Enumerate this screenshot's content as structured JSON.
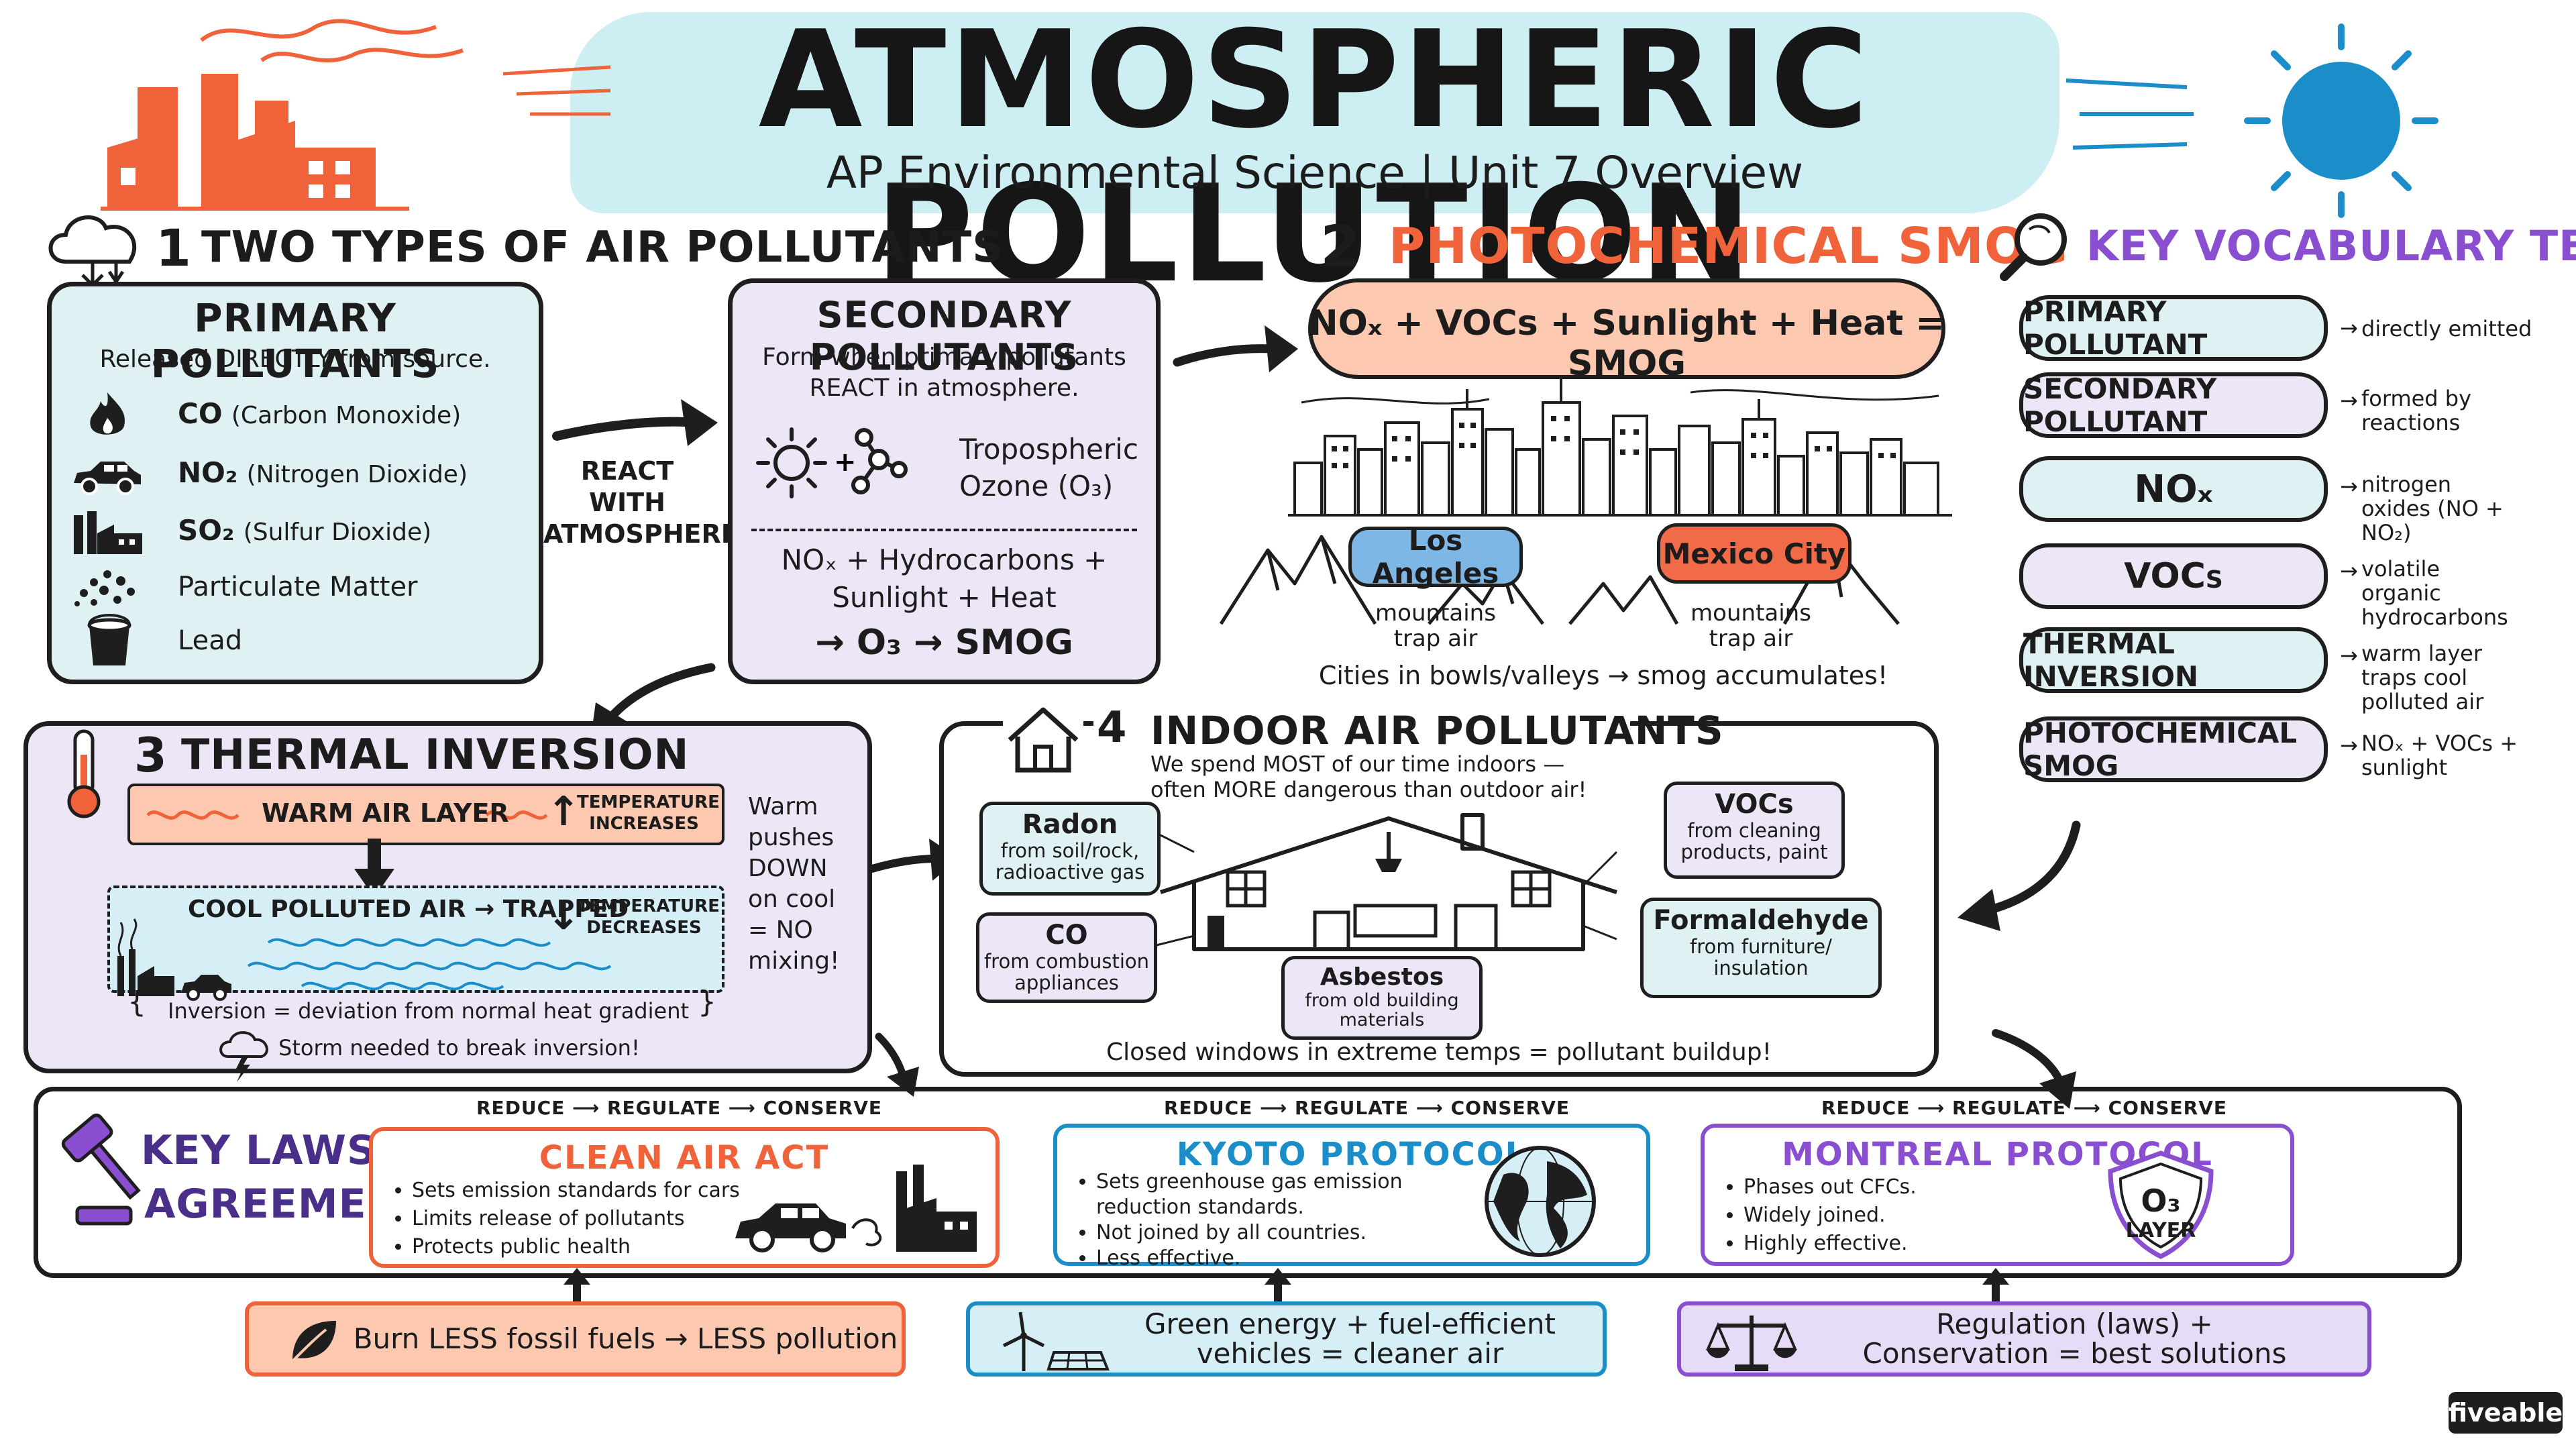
{
  "title": "ATMOSPHERIC POLLUTION",
  "subtitle": "AP Environmental Science | Unit 7 Overview",
  "section1": {
    "number": "1",
    "heading": "TWO TYPES OF AIR POLLUTANTS",
    "primary": {
      "title": "PRIMARY POLLUTANTS",
      "desc": "Released DIRECTLY from source.",
      "items": [
        {
          "icon": "fire-icon",
          "formula": "CO",
          "name": "(Carbon Monoxide)"
        },
        {
          "icon": "car-icon",
          "formula": "NO₂",
          "name": "(Nitrogen Dioxide)"
        },
        {
          "icon": "factory-icon",
          "formula": "SO₂",
          "name": "(Sulfur Dioxide)"
        },
        {
          "icon": "particles-icon",
          "formula": "Particulate Matter",
          "name": ""
        },
        {
          "icon": "paint-bucket-icon",
          "formula": "Lead",
          "name": ""
        }
      ]
    },
    "arrow_label": [
      "REACT",
      "WITH",
      "ATMOSPHERE"
    ],
    "secondary": {
      "title": "SECONDARY POLLUTANTS",
      "desc1": "Form when primary pollutants",
      "desc2": "REACT in atmosphere.",
      "ozone_line1": "Tropospheric",
      "ozone_line2": "Ozone (O₃)",
      "eq_line1": "NOₓ  +  Hydrocarbons  +",
      "eq_line2": "Sunlight  +  Heat",
      "eq_line3": "→ O₃ → SMOG"
    }
  },
  "section2": {
    "number": "2",
    "heading": "PHOTOCHEMICAL SMOG",
    "equation": "NOₓ + VOCs + Sunlight + Heat = SMOG",
    "city1": "Los Angeles",
    "city2": "Mexico City",
    "trap1": "mountains trap air",
    "trap2": "mountains trap air",
    "caption": "Cities in bowls/valleys → smog accumulates!"
  },
  "vocab": {
    "heading": "KEY VOCABULARY TERMS",
    "terms": [
      {
        "term": "PRIMARY POLLUTANT",
        "def": "directly emitted"
      },
      {
        "term": "SECONDARY POLLUTANT",
        "def": "formed by reactions"
      },
      {
        "term": "NOₓ",
        "def": "nitrogen oxides (NO + NO₂)"
      },
      {
        "term": "VOCs",
        "def": "volatile organic hydrocarbons"
      },
      {
        "term": "THERMAL INVERSION",
        "def": "warm layer traps cool polluted air"
      },
      {
        "term": "PHOTOCHEMICAL SMOG",
        "def": "NOₓ + VOCs + sunlight"
      }
    ]
  },
  "section3": {
    "number": "3",
    "heading": "THERMAL INVERSION",
    "warm_label": "WARM AIR LAYER",
    "temp_up": "TEMPERATURE INCREASES",
    "cool_label": "COOL POLLUTED AIR → TRAPPED",
    "temp_down": "TEMPERATURE DECREASES",
    "side_note": "Warm pushes DOWN on cool = NO mixing!",
    "inversion_note": "Inversion = deviation from normal heat gradient",
    "storm_note": "Storm needed to break inversion!"
  },
  "section4": {
    "number": "4",
    "heading": "INDOOR AIR POLLUTANTS",
    "desc1": "We spend MOST of our time indoors —",
    "desc2": "often MORE dangerous than outdoor air!",
    "radon": {
      "title": "Radon",
      "desc": "from soil/rock, radioactive gas"
    },
    "co": {
      "title": "CO",
      "desc": "from combustion appliances"
    },
    "asbestos": {
      "title": "Asbestos",
      "desc": "from old building materials"
    },
    "vocs": {
      "title": "VOCs",
      "desc": "from cleaning products, paint"
    },
    "formaldehyde": {
      "title": "Formaldehyde",
      "desc": "from furniture/ insulation"
    },
    "caption": "Closed windows in extreme temps = pollutant buildup!"
  },
  "laws": {
    "heading1": "KEY LAWS &",
    "heading2": "AGREEMENTS",
    "rrc": "REDUCE ⟶ REGULATE ⟶ CONSERVE",
    "clean_air": {
      "title": "CLEAN AIR ACT",
      "items": [
        "Sets emission standards for cars",
        "Limits release of pollutants",
        "Protects public health"
      ]
    },
    "kyoto": {
      "title": "KYOTO PROTOCOL",
      "items": [
        "Sets greenhouse gas emission reduction standards.",
        "Not joined by all countries.",
        "Less effective."
      ]
    },
    "montreal": {
      "title": "MONTREAL PROTOCOL",
      "items": [
        "Phases out CFCs.",
        "Widely joined.",
        "Highly effective."
      ],
      "badge1": "O₃",
      "badge2": "LAYER"
    }
  },
  "bottom": {
    "b1": "Burn LESS fossil fuels → LESS pollution",
    "b2": "Green energy + fuel-efficient vehicles = cleaner air",
    "b3": "Regulation (laws) + Conservation = best solutions"
  },
  "brand": "fiveable",
  "colors": {
    "orange": "#f0623a",
    "orange_fill": "#fdd9c8",
    "blue": "#1b8ec9",
    "blue_fill": "#d6eef6",
    "purple": "#8a4fd1",
    "purple_fill": "#e7dcf7",
    "teal_fill": "#dff1f2",
    "lavender_fill": "#ece6f6"
  }
}
